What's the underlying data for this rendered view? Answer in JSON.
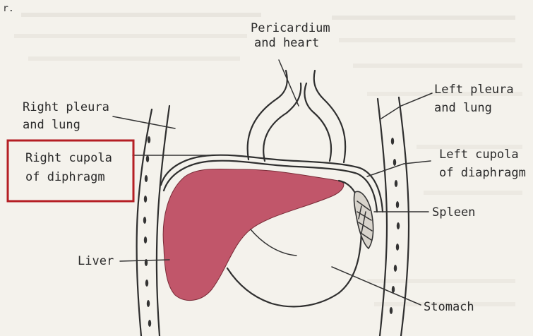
{
  "corner_mark": "r.",
  "labels": {
    "pericardium_line1": "Pericardium",
    "pericardium_line2": "and heart",
    "left_pleura_line1": "Left pleura",
    "left_pleura_line2": "and lung",
    "right_pleura_line1": "Right pleura",
    "right_pleura_line2": "and lung",
    "right_cupola_line1": "Right cupola",
    "right_cupola_line2": "of diphragm",
    "left_cupola_line1": "Left cupola",
    "left_cupola_line2": "of diaphragm",
    "spleen": "Spleen",
    "liver": "Liver",
    "stomach": "Stomach"
  },
  "colors": {
    "liver_fill": "#c1566a",
    "highlight_box": "#b51f24",
    "paper": "#f4f2ec",
    "ink": "#2f2f2f"
  }
}
